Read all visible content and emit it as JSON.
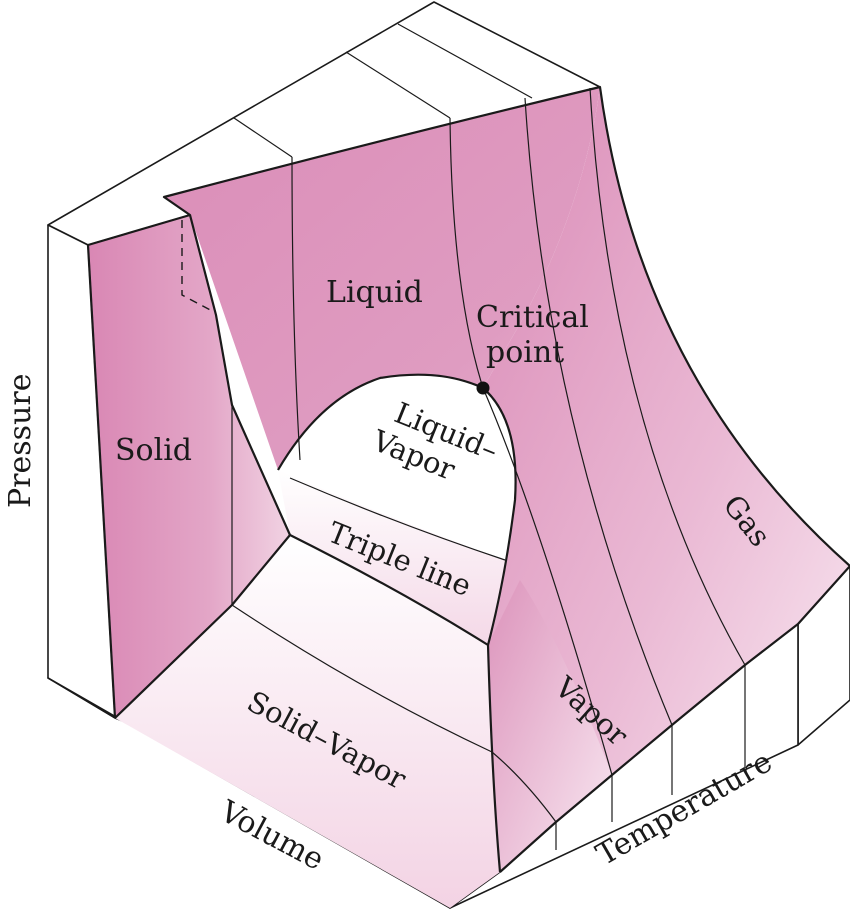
{
  "labels": {
    "liquid": "Liquid",
    "critical_point_line1": "Critical",
    "critical_point_line2": "point",
    "solid": "Solid",
    "liquid_vapor_line1": "Liquid–",
    "liquid_vapor_line2": "Vapor",
    "triple_line": "Triple line",
    "vapor": "Vapor",
    "gas": "Gas",
    "solid_vapor": "Solid–Vapor"
  },
  "axes": {
    "pressure": "Pressure",
    "volume": "Volume",
    "temperature": "Temperature"
  },
  "colors": {
    "surface_dark": "#d987b4",
    "surface_light": "#fbeef5",
    "outline": "#1a1a1a"
  }
}
